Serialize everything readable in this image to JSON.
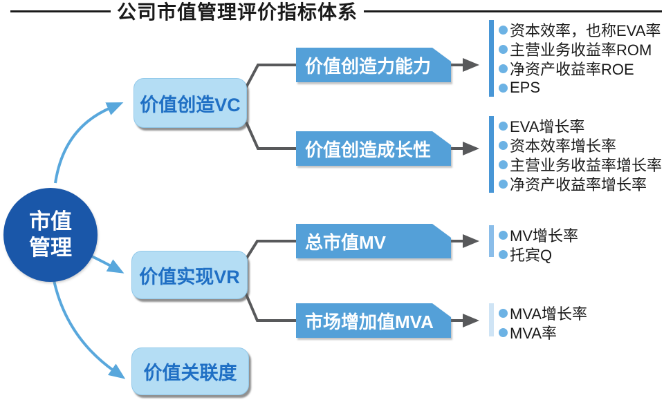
{
  "title": "公司市值管理评价指标体系",
  "root": {
    "line1": "市值",
    "line2": "管理"
  },
  "level2": [
    {
      "label": "价值创造VC"
    },
    {
      "label": "价值实现VR"
    },
    {
      "label": "价值关联度"
    }
  ],
  "level3": [
    {
      "label": "价值创造力能力"
    },
    {
      "label": "价值创造成长性"
    },
    {
      "label": "总市值MV"
    },
    {
      "label": "市场增加值MVA"
    }
  ],
  "lists": [
    {
      "items": [
        "资本效率，也称EVA率",
        "主营业务收益率ROM",
        "净资产收益率ROE",
        "EPS"
      ]
    },
    {
      "items": [
        "EVA增长率",
        "资本效率增长率",
        "主营业务收益率增长率",
        "净资产收益率增长率"
      ]
    },
    {
      "items": [
        "MV增长率",
        "托宾Q"
      ]
    },
    {
      "items": [
        "MVA增长率",
        "MVA率"
      ]
    }
  ],
  "colors": {
    "root_fill": "#1a57a9",
    "branch_fill": "#b4ddf4",
    "branch_text": "#1f6fc4",
    "metric_fill": "#54a0d8",
    "connector_gray": "#58595b",
    "arrow_blue": "#58a7dc",
    "bullet": "#6cb2e4",
    "bar_colors": [
      "#4896d6",
      "#4896d6",
      "#8abde9",
      "#cfe4f5"
    ],
    "title_text": "#1a1a1a"
  }
}
